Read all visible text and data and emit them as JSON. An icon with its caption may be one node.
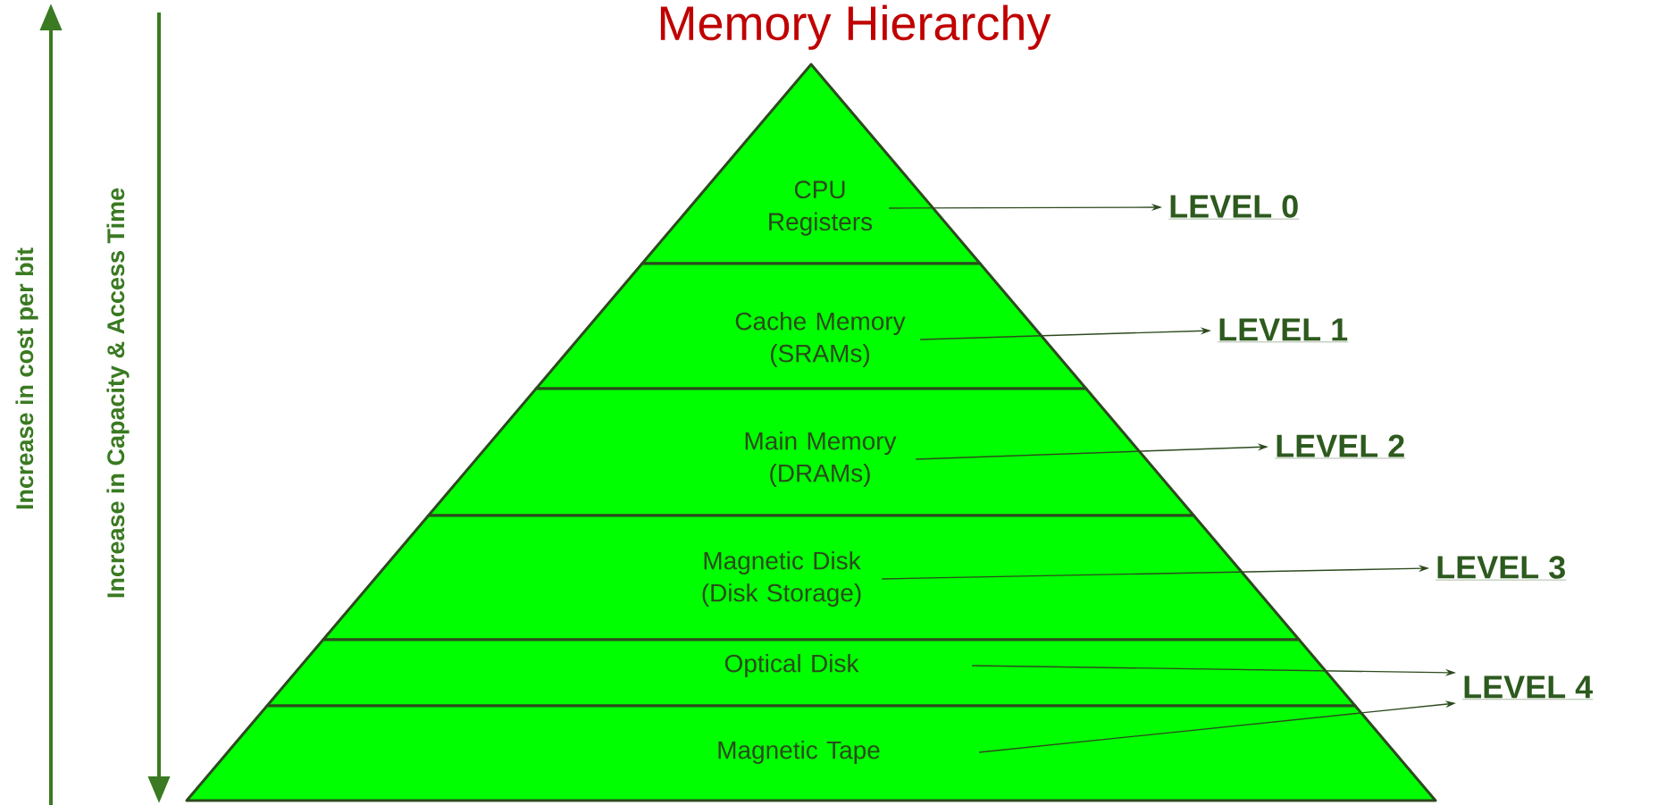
{
  "diagram": {
    "title": "Memory Hierarchy",
    "nodes": [
      {
        "text": [
          "CPU Registers"
        ]
      },
      {
        "text": [
          "Cache Memory (SRAMs)"
        ]
      },
      {
        "text": [
          "Main Memory (DRAMs)"
        ]
      },
      {
        "text": [
          "Magnetic Disk (Disk Storage)"
        ]
      },
      {
        "text": [
          "Optical Disk"
        ]
      },
      {
        "text": [
          "Magnetic Tape"
        ]
      },
      {
        "text": [
          "LEVEL 0"
        ]
      },
      {
        "text": [
          "LEVEL 1"
        ]
      },
      {
        "text": [
          "LEVEL 2"
        ]
      },
      {
        "text": [
          "LEVEL 3"
        ]
      },
      {
        "text": [
          "LEVEL 4"
        ]
      }
    ],
    "edges": [
      {
        "from": 0,
        "to": 6,
        "arrow": "to"
      },
      {
        "from": 1,
        "to": 7,
        "arrow": "to"
      },
      {
        "from": 2,
        "to": 8,
        "arrow": "to"
      },
      {
        "from": 3,
        "to": 9,
        "arrow": "to"
      },
      {
        "from": 4,
        "to": 10,
        "arrow": "to"
      },
      {
        "from": 5,
        "to": 10,
        "arrow": "to"
      }
    ],
    "labels": [
      "Increase in cost per bit",
      "Increase in Capacity & Access Time"
    ]
  }
}
